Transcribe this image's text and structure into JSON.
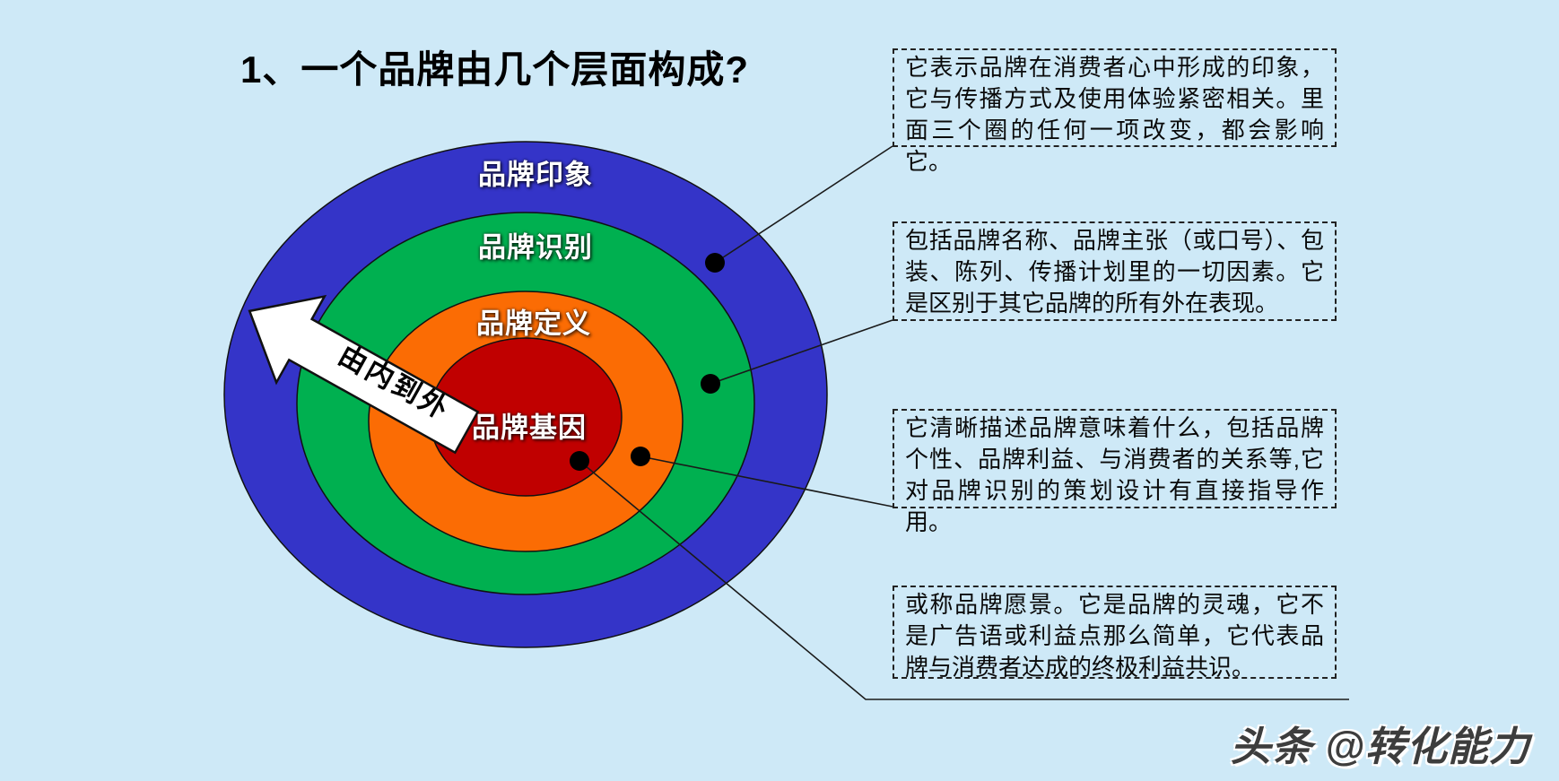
{
  "title": "1、一个品牌由几个层面构成?",
  "diagram": {
    "rings": [
      {
        "label": "品牌印象",
        "color": "#3434c8"
      },
      {
        "label": "品牌识别",
        "color": "#00b050"
      },
      {
        "label": "品牌定义",
        "color": "#fb6c04"
      },
      {
        "label": "品牌基因",
        "color": "#c00000"
      }
    ],
    "arrow_label": "由内到外"
  },
  "annotations": [
    {
      "text": "它表示品牌在消费者心中形成的印象，它与传播方式及使用体验紧密相关。里面三个圈的任何一项改变，都会影响它。"
    },
    {
      "text": "包括品牌名称、品牌主张（或口号）、包装、陈列、传播计划里的一切因素。它是区别于其它品牌的所有外在表现。"
    },
    {
      "text": "它清晰描述品牌意味着什么，包括品牌个性、品牌利益、与消费者的关系等,它对品牌识别的策划设计有直接指导作用。"
    },
    {
      "text": "或称品牌愿景。它是品牌的灵魂，它不是广告语或利益点那么简单，它代表品牌与消费者达成的终极利益共识。"
    }
  ],
  "watermark": "头条 @转化能力",
  "colors": {
    "background": "#cee9f7",
    "text": "#0a0a0a",
    "line": "#1a1a1a"
  }
}
